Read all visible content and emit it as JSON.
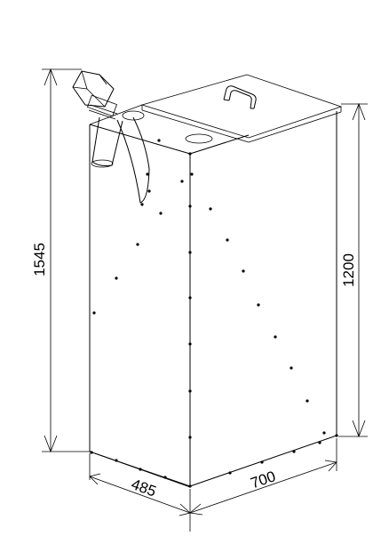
{
  "dimensions": {
    "total_height": "1545",
    "body_height": "1200",
    "depth": "485",
    "width": "700"
  }
}
